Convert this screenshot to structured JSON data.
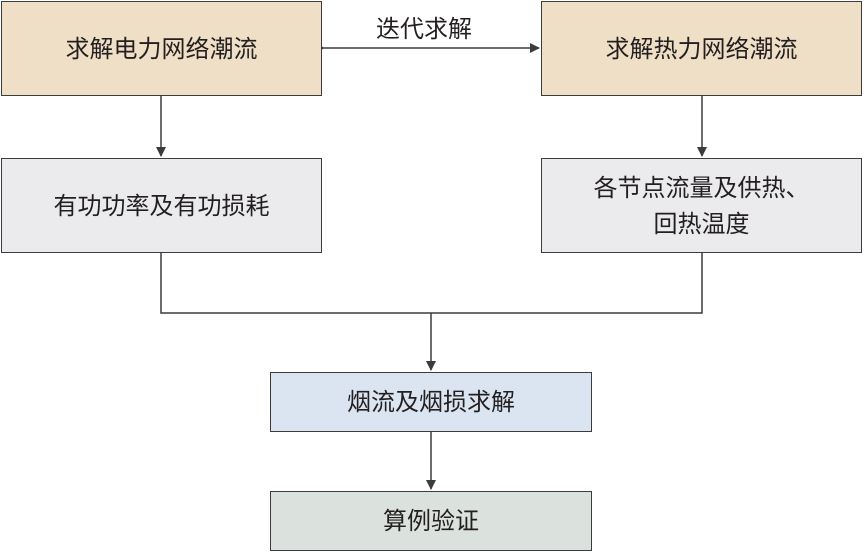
{
  "colors": {
    "top_box": "#efdfc6",
    "mid_box": "#ebebed",
    "exergy_box": "#dbe5f2",
    "verify_box": "#dbe1dc",
    "line": "#3c3c3c"
  },
  "nodes": {
    "power_flow": "求解电力网络潮流",
    "heat_flow": "求解热力网络潮流",
    "active_power": "有功功率及有功损耗",
    "node_params": "各节点流量及供热、\n回热温度",
    "exergy": "烟流及烟损求解",
    "verify": "算例验证"
  },
  "edges": {
    "iterate": "迭代求解"
  }
}
